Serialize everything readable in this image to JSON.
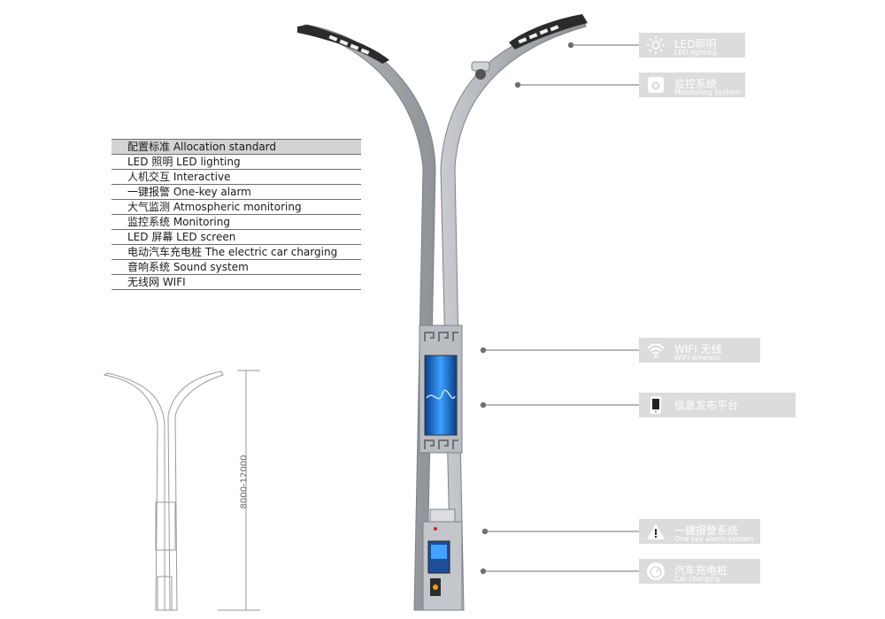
{
  "config_table": {
    "header": "配置标准 Allocation standard",
    "rows": [
      "LED 照明 LED lighting",
      "人机交互 Interactive",
      "一键报警 One-key alarm",
      "大气监测 Atmospheric monitoring",
      "监控系统 Monitoring",
      "LED 屏幕 LED screen",
      "电动汽车充电桩 The electric car charging",
      "音响系统 Sound system",
      "无线网 WIFI"
    ]
  },
  "features": {
    "led": {
      "title": "LED照明",
      "sub": "LED lighting",
      "icon": "sun-icon"
    },
    "monitoring": {
      "title": "监控系统",
      "sub": "Monitoring system",
      "icon": "camera-icon"
    },
    "wifi": {
      "title": "WIFI 无线",
      "sub": "WIFI wireless",
      "icon": "wifi-icon"
    },
    "info": {
      "title": "信息发布平台",
      "icon": "tablet-icon"
    },
    "alarm": {
      "title": "一键报警系统",
      "sub": "One key alarm system",
      "icon": "warning-icon"
    },
    "charging": {
      "title": "汽车充电桩",
      "sub": "Car charging",
      "icon": "gauge-icon"
    }
  },
  "dimension": "8000-12000",
  "colors": {
    "pole": "#a9adb2",
    "pole_edge": "#7d8187",
    "label_bg": "#dcdcdc",
    "screen": "#1e6fd6",
    "leader": "#8c8c8c"
  }
}
